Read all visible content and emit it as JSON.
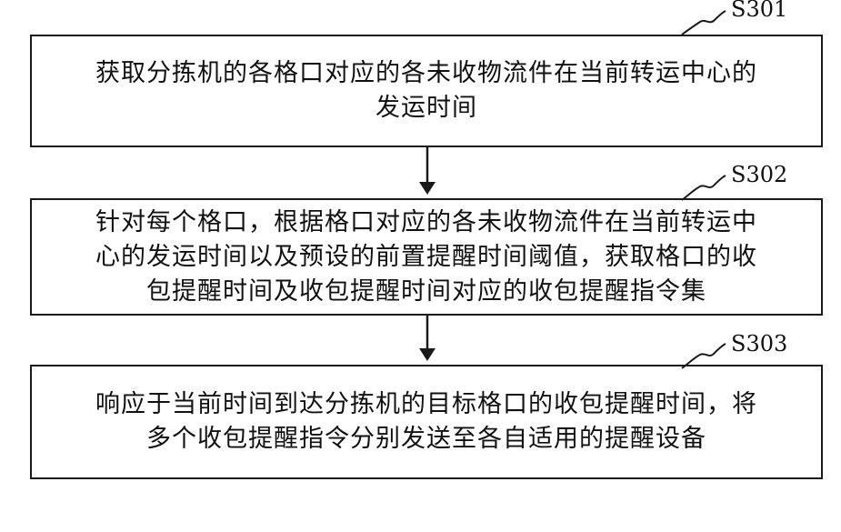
{
  "steps": [
    {
      "id": "S301",
      "lines": [
        "获取分拣机的各格口对应的各未收物流件在当前转运中心的",
        "发运时间"
      ]
    },
    {
      "id": "S302",
      "lines": [
        "针对每个格口，根据格口对应的各未收物流件在当前转运中",
        "心的发运时间以及预设的前置提醒时间阈值，获取格口的收",
        "包提醒时间及收包提醒时间对应的收包提醒指令集"
      ]
    },
    {
      "id": "S303",
      "lines": [
        "响应于当前时间到达分拣机的目标格口的收包提醒时间，将",
        "多个收包提醒指令分别发送至各自适用的提醒设备"
      ]
    }
  ]
}
